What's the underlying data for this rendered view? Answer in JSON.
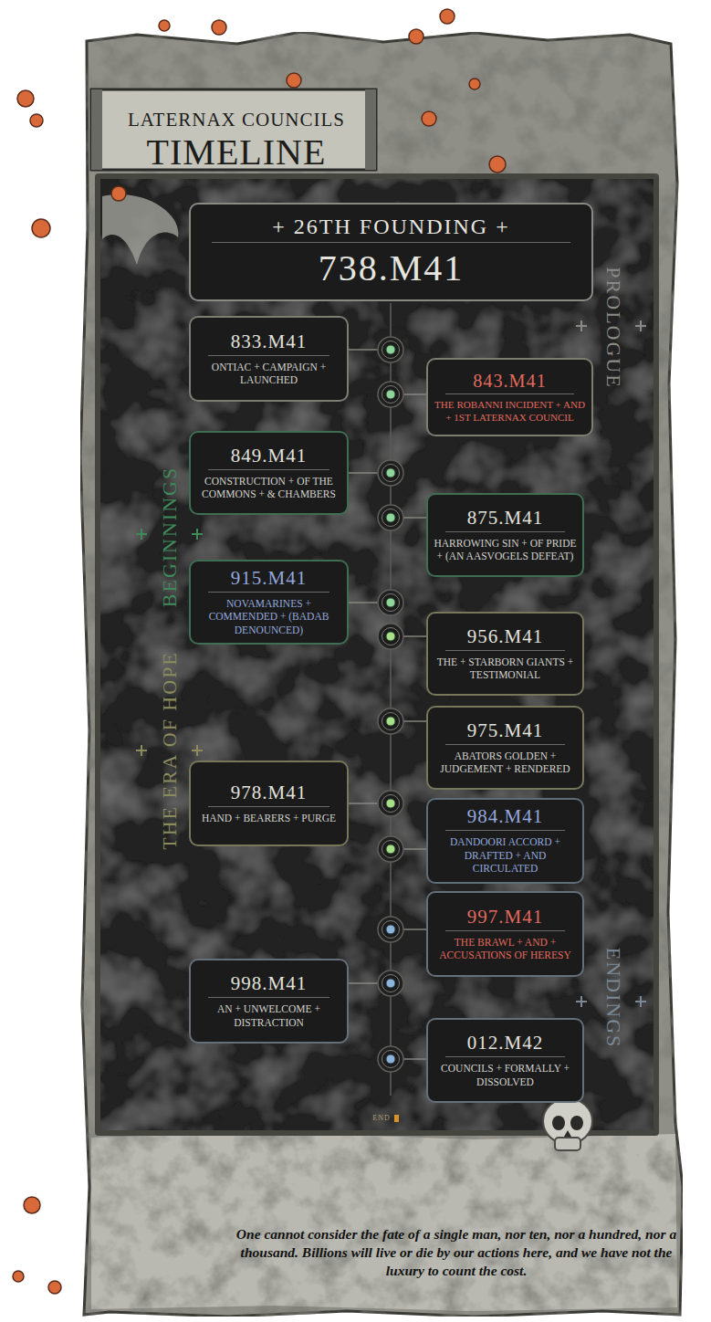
{
  "diagram": {
    "title": "LATERNAX COUNCILS TIMELINE",
    "caption": "One cannot consider the fate of a single man, nor ten, nor a hundred, nor a thousand. Billions will live or die by our actions here, and we have not the luxury to count the cost.",
    "nodes": [
      {
        "text": [
          "+ 26TH FOUNDING +",
          "738.M41"
        ]
      },
      {
        "text": [
          "833.M41",
          "ONTIAC + CAMPAIGN + LAUNCHED"
        ]
      },
      {
        "text": [
          "843.M41",
          "THE ROBANNI INCIDENT + AND + 1ST LATERNAX COUNCIL"
        ]
      },
      {
        "text": [
          "849.M41",
          "CONSTRUCTION + OF THE COMMONS + & CHAMBERS"
        ]
      },
      {
        "text": [
          "875.M41",
          "HARROWING SIN + OF PRIDE + (AN AASVOGELS DEFEAT)"
        ]
      },
      {
        "text": [
          "915.M41",
          "NOVAMARINES + COMMENDED + (BADAB DENOUNCED)"
        ]
      },
      {
        "text": [
          "956.M41",
          "THE + STARBORN GIANTS + TESTIMONIAL"
        ]
      },
      {
        "text": [
          "975.M41",
          "ABATORS GOLDEN + JUDGEMENT + RENDERED"
        ]
      },
      {
        "text": [
          "978.M41",
          "HAND + BEARERS + PURGE"
        ]
      },
      {
        "text": [
          "984.M41",
          "DANDOORI ACCORD + DRAFTED + AND CIRCULATED"
        ]
      },
      {
        "text": [
          "997.M41",
          "THE BRAWL + AND + ACCUSATIONS OF HERESY"
        ]
      },
      {
        "text": [
          "998.M41",
          "AN + UNWELCOME + DISTRACTION"
        ]
      },
      {
        "text": [
          "012.M42",
          "COUNCILS + FORMALLY + DISSOLVED"
        ]
      }
    ],
    "labels": [
      "PROLOGUE",
      "BEGINNINGS",
      "THE ERA OF HOPE",
      "ENDINGS",
      "END"
    ]
  }
}
